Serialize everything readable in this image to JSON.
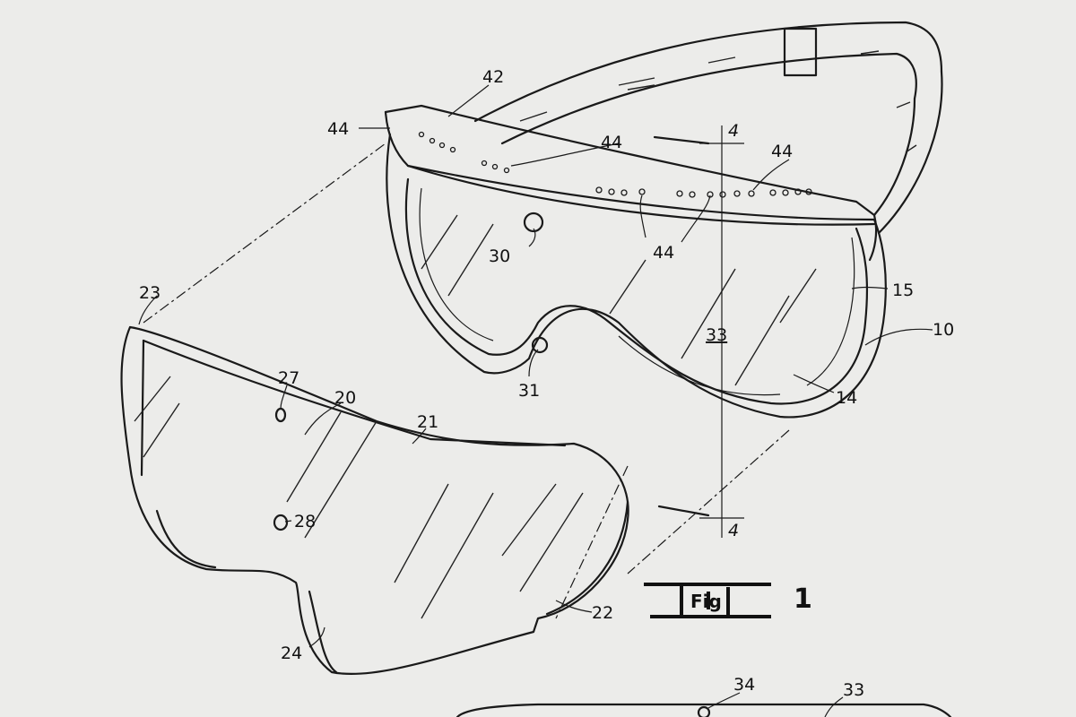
{
  "figure": {
    "caption_number": "1",
    "caption_prefix": "Fig"
  },
  "labels": {
    "l42": "42",
    "l44_a": "44",
    "l44_b": "44",
    "l44_c": "44",
    "l44_d": "44",
    "l4_top": "4",
    "l4_bottom": "4",
    "l30": "30",
    "l15": "15",
    "l10": "10",
    "l33": "33",
    "l31": "31",
    "l14": "14",
    "l23": "23",
    "l27": "27",
    "l20": "20",
    "l21": "21",
    "l28": "28",
    "l22": "22",
    "l24": "24",
    "l34": "34",
    "l33_b": "33"
  }
}
